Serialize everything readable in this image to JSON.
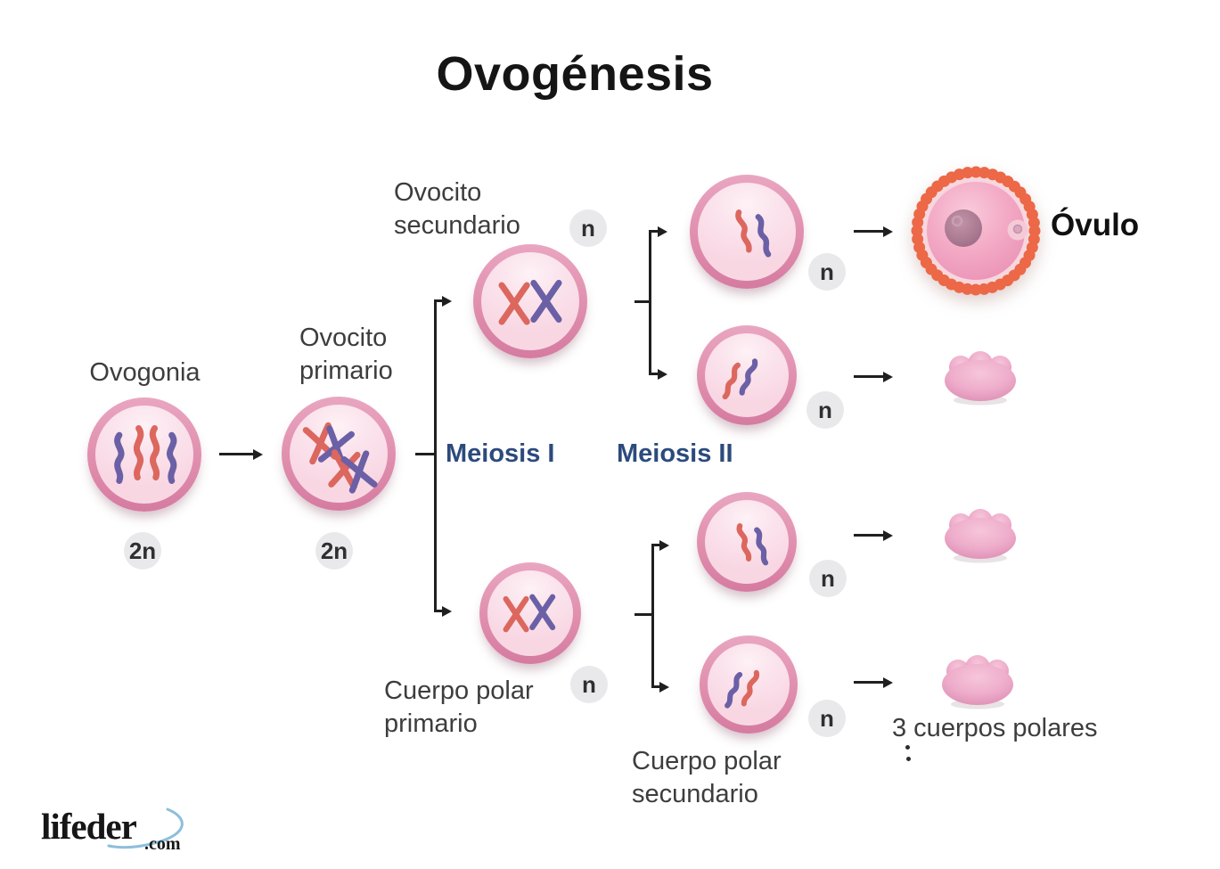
{
  "title": "Ovogénesis",
  "diagram": {
    "stages": {
      "ovogonia": {
        "label": "Ovogonia",
        "ploidy": "2n"
      },
      "ovocito_primario": {
        "label": "Ovocito primario",
        "ploidy": "2n"
      },
      "ovocito_secundario": {
        "label": "Ovocito secundario",
        "ploidy": "n"
      },
      "cuerpo_polar_primario": {
        "label": "Cuerpo polar primario",
        "ploidy": "n"
      },
      "cuerpo_polar_secundario": {
        "label": "Cuerpo polar secundario"
      },
      "ovulo": {
        "label": "Óvulo"
      },
      "cuerpos_polares": {
        "label": "3 cuerpos polares"
      }
    },
    "daughters": {
      "top_1": {
        "ploidy": "n"
      },
      "top_2": {
        "ploidy": "n"
      },
      "bottom_1": {
        "ploidy": "n"
      },
      "bottom_2": {
        "ploidy": "n"
      }
    },
    "processes": {
      "meiosis_i": "Meiosis I",
      "meiosis_ii": "Meiosis II"
    },
    "colors": {
      "cell_ring": "#e08eae",
      "cell_fill": "#f8d7e3",
      "chromosome_red": "#dc675e",
      "chromosome_purple": "#6b60a6",
      "ovum_corona": "#ec6847",
      "meiosis_label": "#2c4a7c",
      "badge_background": "#e9e9eb",
      "arrow": "#1f1f1f"
    }
  },
  "logo": {
    "brand": "lifeder",
    "tld": ".com"
  }
}
